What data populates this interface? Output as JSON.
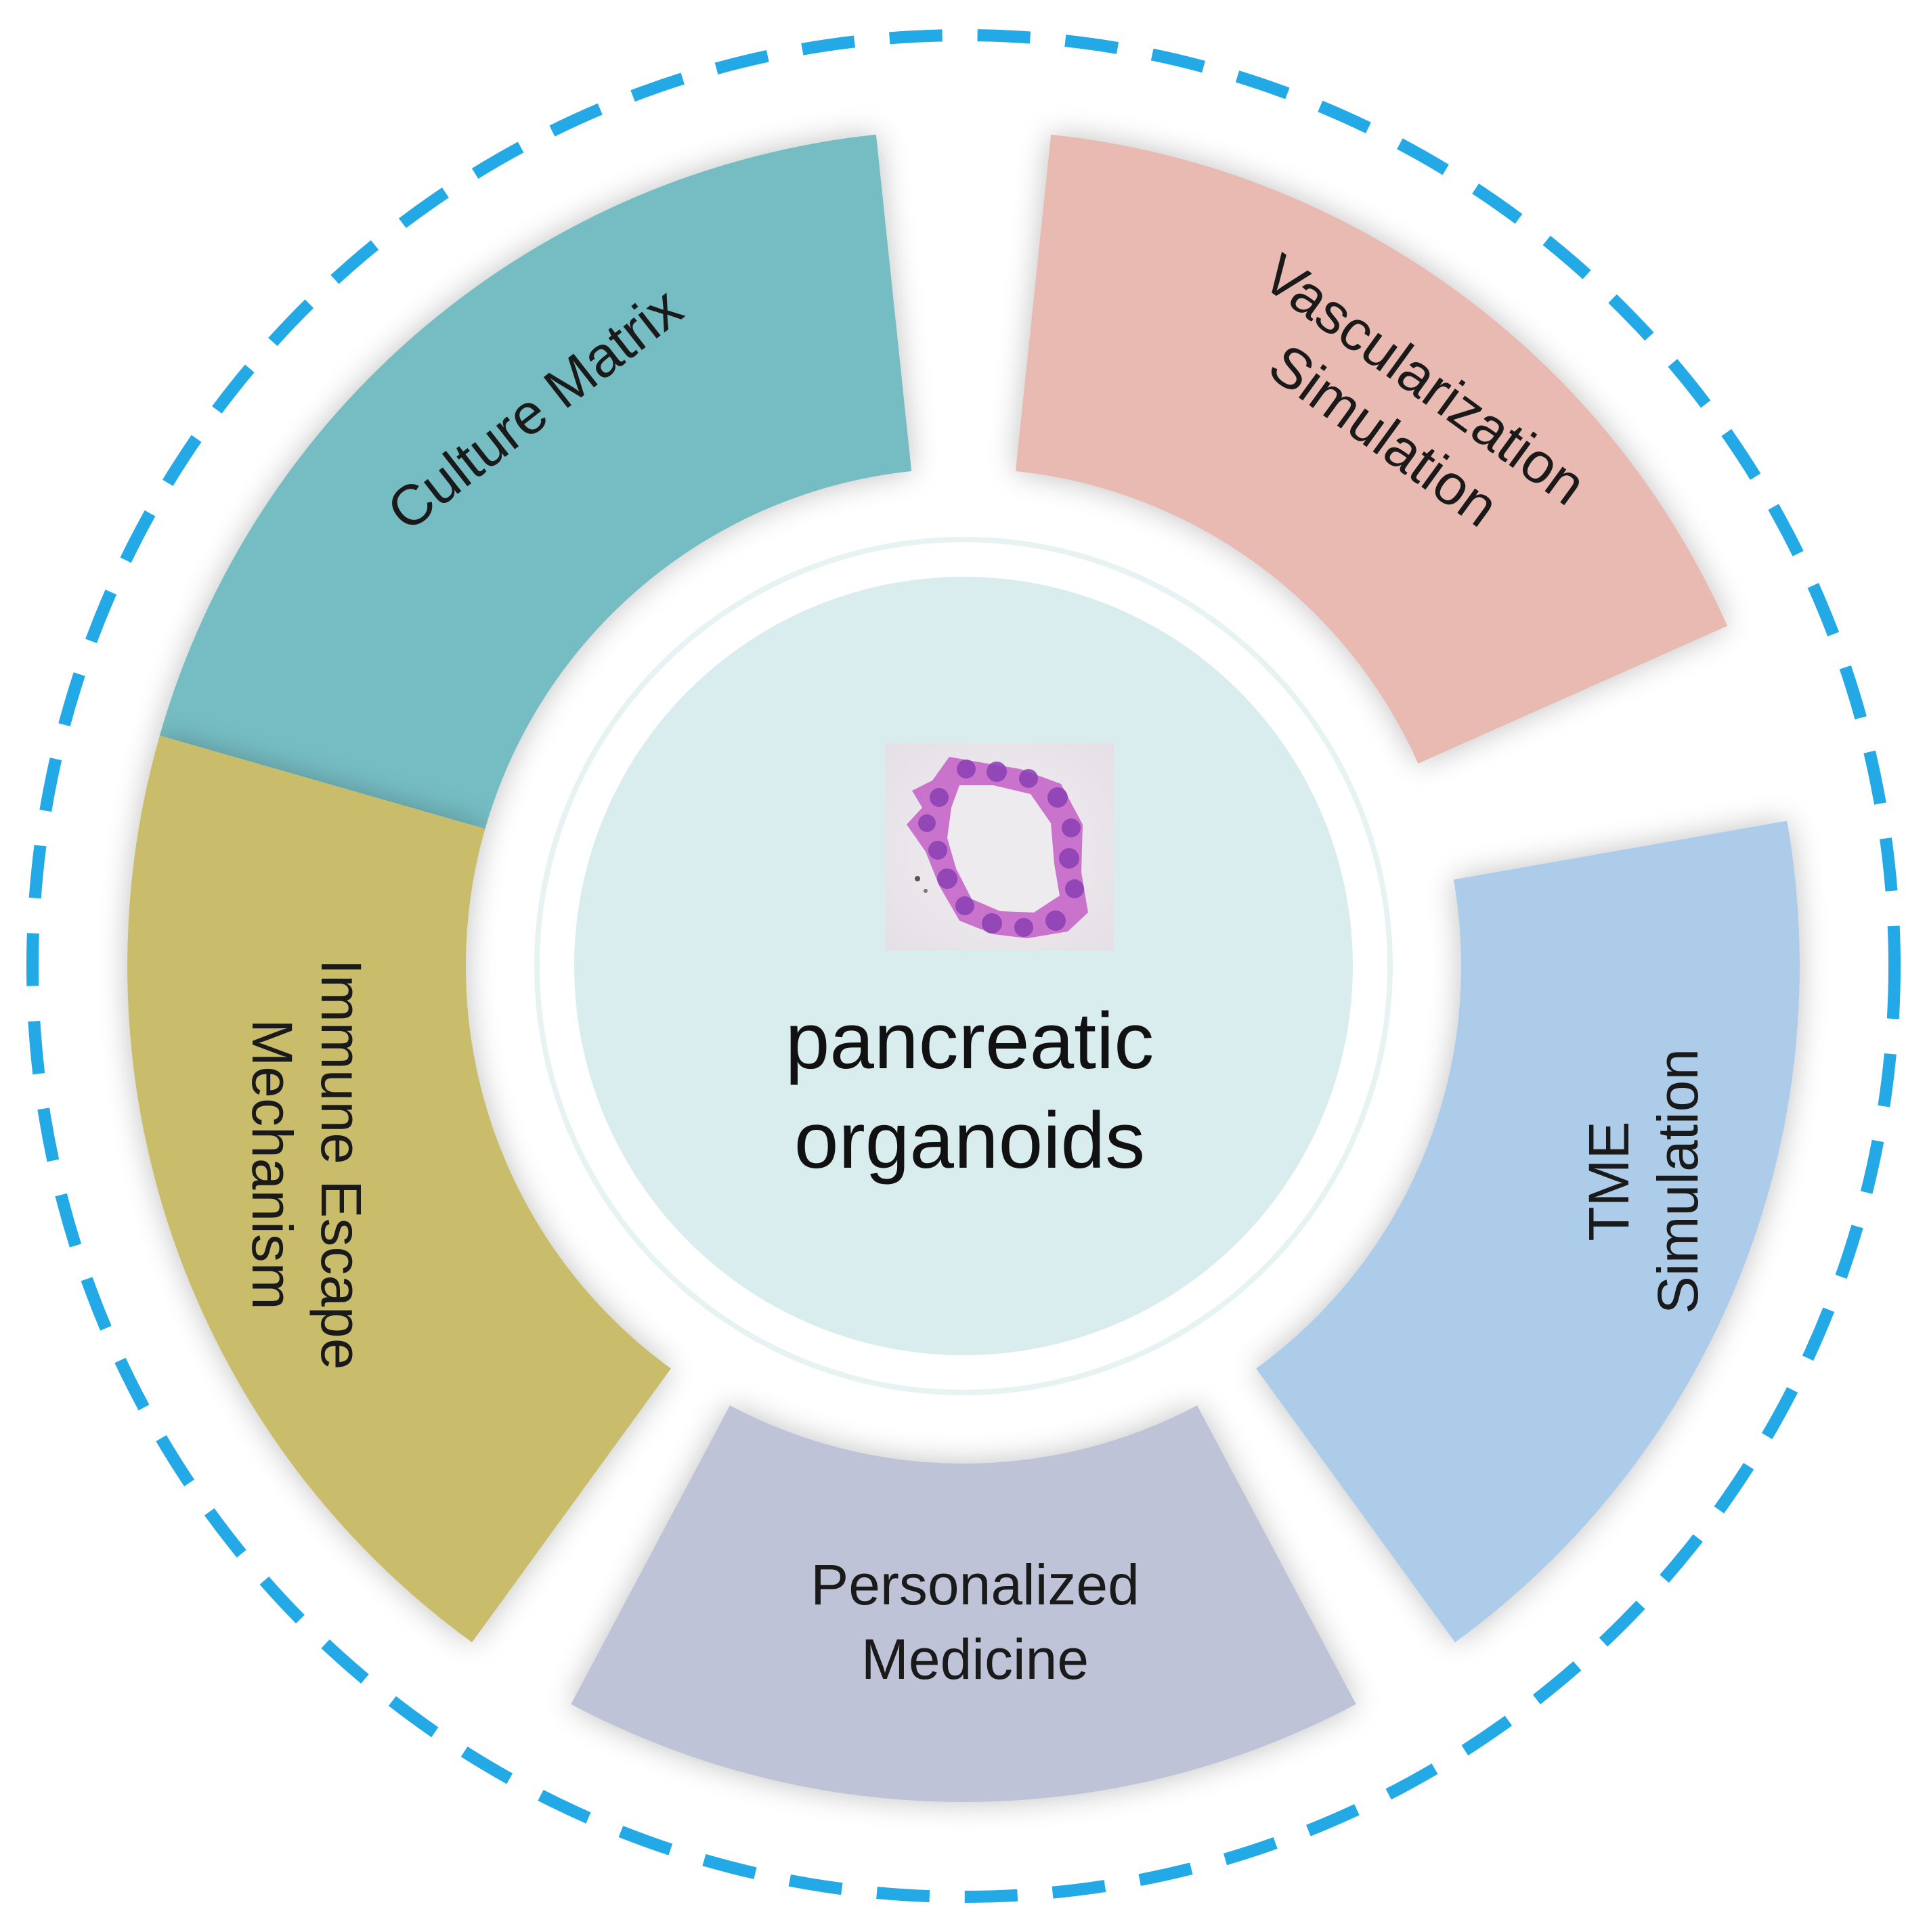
{
  "center": {
    "line1": "pancreatic",
    "line2": "organoids",
    "fill": "#daedee",
    "ring": "#e7f2f3",
    "image_icon": "organoid-micrograph"
  },
  "segments": [
    {
      "id": "culture-matrix",
      "lines": [
        "Culture Matrix"
      ],
      "color": "#74bdc3"
    },
    {
      "id": "vascularization-simulation",
      "lines": [
        "Vascularization",
        "Simulation"
      ],
      "color": "#e8bab1"
    },
    {
      "id": "tme-simulation",
      "lines": [
        "TME",
        "Simulation"
      ],
      "color": "#acccea"
    },
    {
      "id": "personalized-medicine",
      "lines": [
        "Personalized",
        "Medicine"
      ],
      "color": "#bec3d7"
    },
    {
      "id": "immune-escape-mechanism",
      "lines": [
        "Immune Escape",
        "Mechanism"
      ],
      "color": "#c9bd6c"
    }
  ],
  "outer_ring": {
    "style": "dashed",
    "color": "#22a9e6"
  }
}
